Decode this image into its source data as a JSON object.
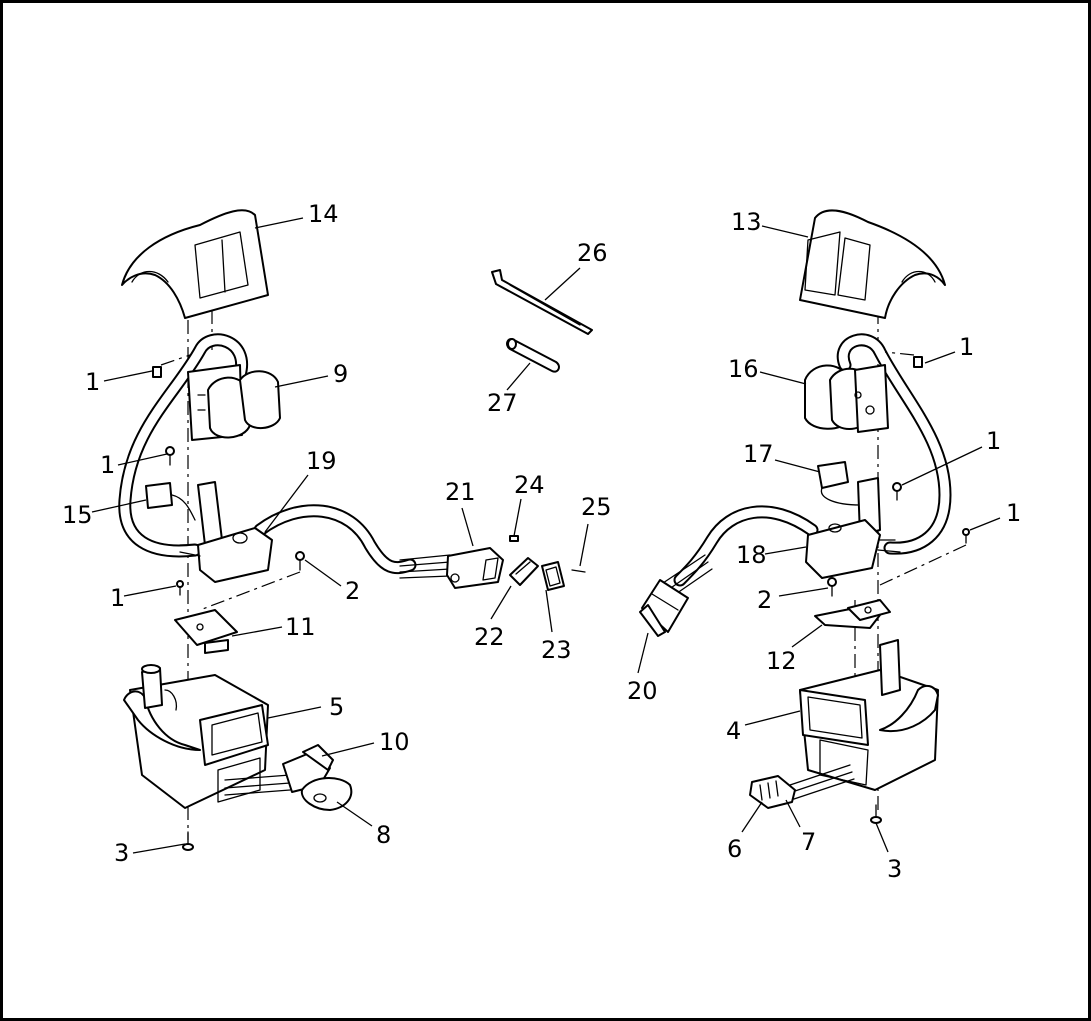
{
  "diagram": {
    "callouts": [
      {
        "id": "c14l",
        "text": "14"
      },
      {
        "id": "c1a",
        "text": "1"
      },
      {
        "id": "c9",
        "text": "9"
      },
      {
        "id": "c1b",
        "text": "1"
      },
      {
        "id": "c19",
        "text": "19"
      },
      {
        "id": "c15",
        "text": "15"
      },
      {
        "id": "c2l",
        "text": "2"
      },
      {
        "id": "c1c",
        "text": "1"
      },
      {
        "id": "c11",
        "text": "11"
      },
      {
        "id": "c5",
        "text": "5"
      },
      {
        "id": "c10",
        "text": "10"
      },
      {
        "id": "c8",
        "text": "8"
      },
      {
        "id": "c3l",
        "text": "3"
      },
      {
        "id": "c26",
        "text": "26"
      },
      {
        "id": "c27",
        "text": "27"
      },
      {
        "id": "c21",
        "text": "21"
      },
      {
        "id": "c24",
        "text": "24"
      },
      {
        "id": "c25",
        "text": "25"
      },
      {
        "id": "c22",
        "text": "22"
      },
      {
        "id": "c23",
        "text": "23"
      },
      {
        "id": "c20",
        "text": "20"
      },
      {
        "id": "c13",
        "text": "13"
      },
      {
        "id": "c1d",
        "text": "1"
      },
      {
        "id": "c16",
        "text": "16"
      },
      {
        "id": "c1e",
        "text": "1"
      },
      {
        "id": "c17",
        "text": "17"
      },
      {
        "id": "c1f",
        "text": "1"
      },
      {
        "id": "c18",
        "text": "18"
      },
      {
        "id": "c2r",
        "text": "2"
      },
      {
        "id": "c12",
        "text": "12"
      },
      {
        "id": "c4",
        "text": "4"
      },
      {
        "id": "c6",
        "text": "6"
      },
      {
        "id": "c7",
        "text": "7"
      },
      {
        "id": "c3r",
        "text": "3"
      }
    ]
  }
}
